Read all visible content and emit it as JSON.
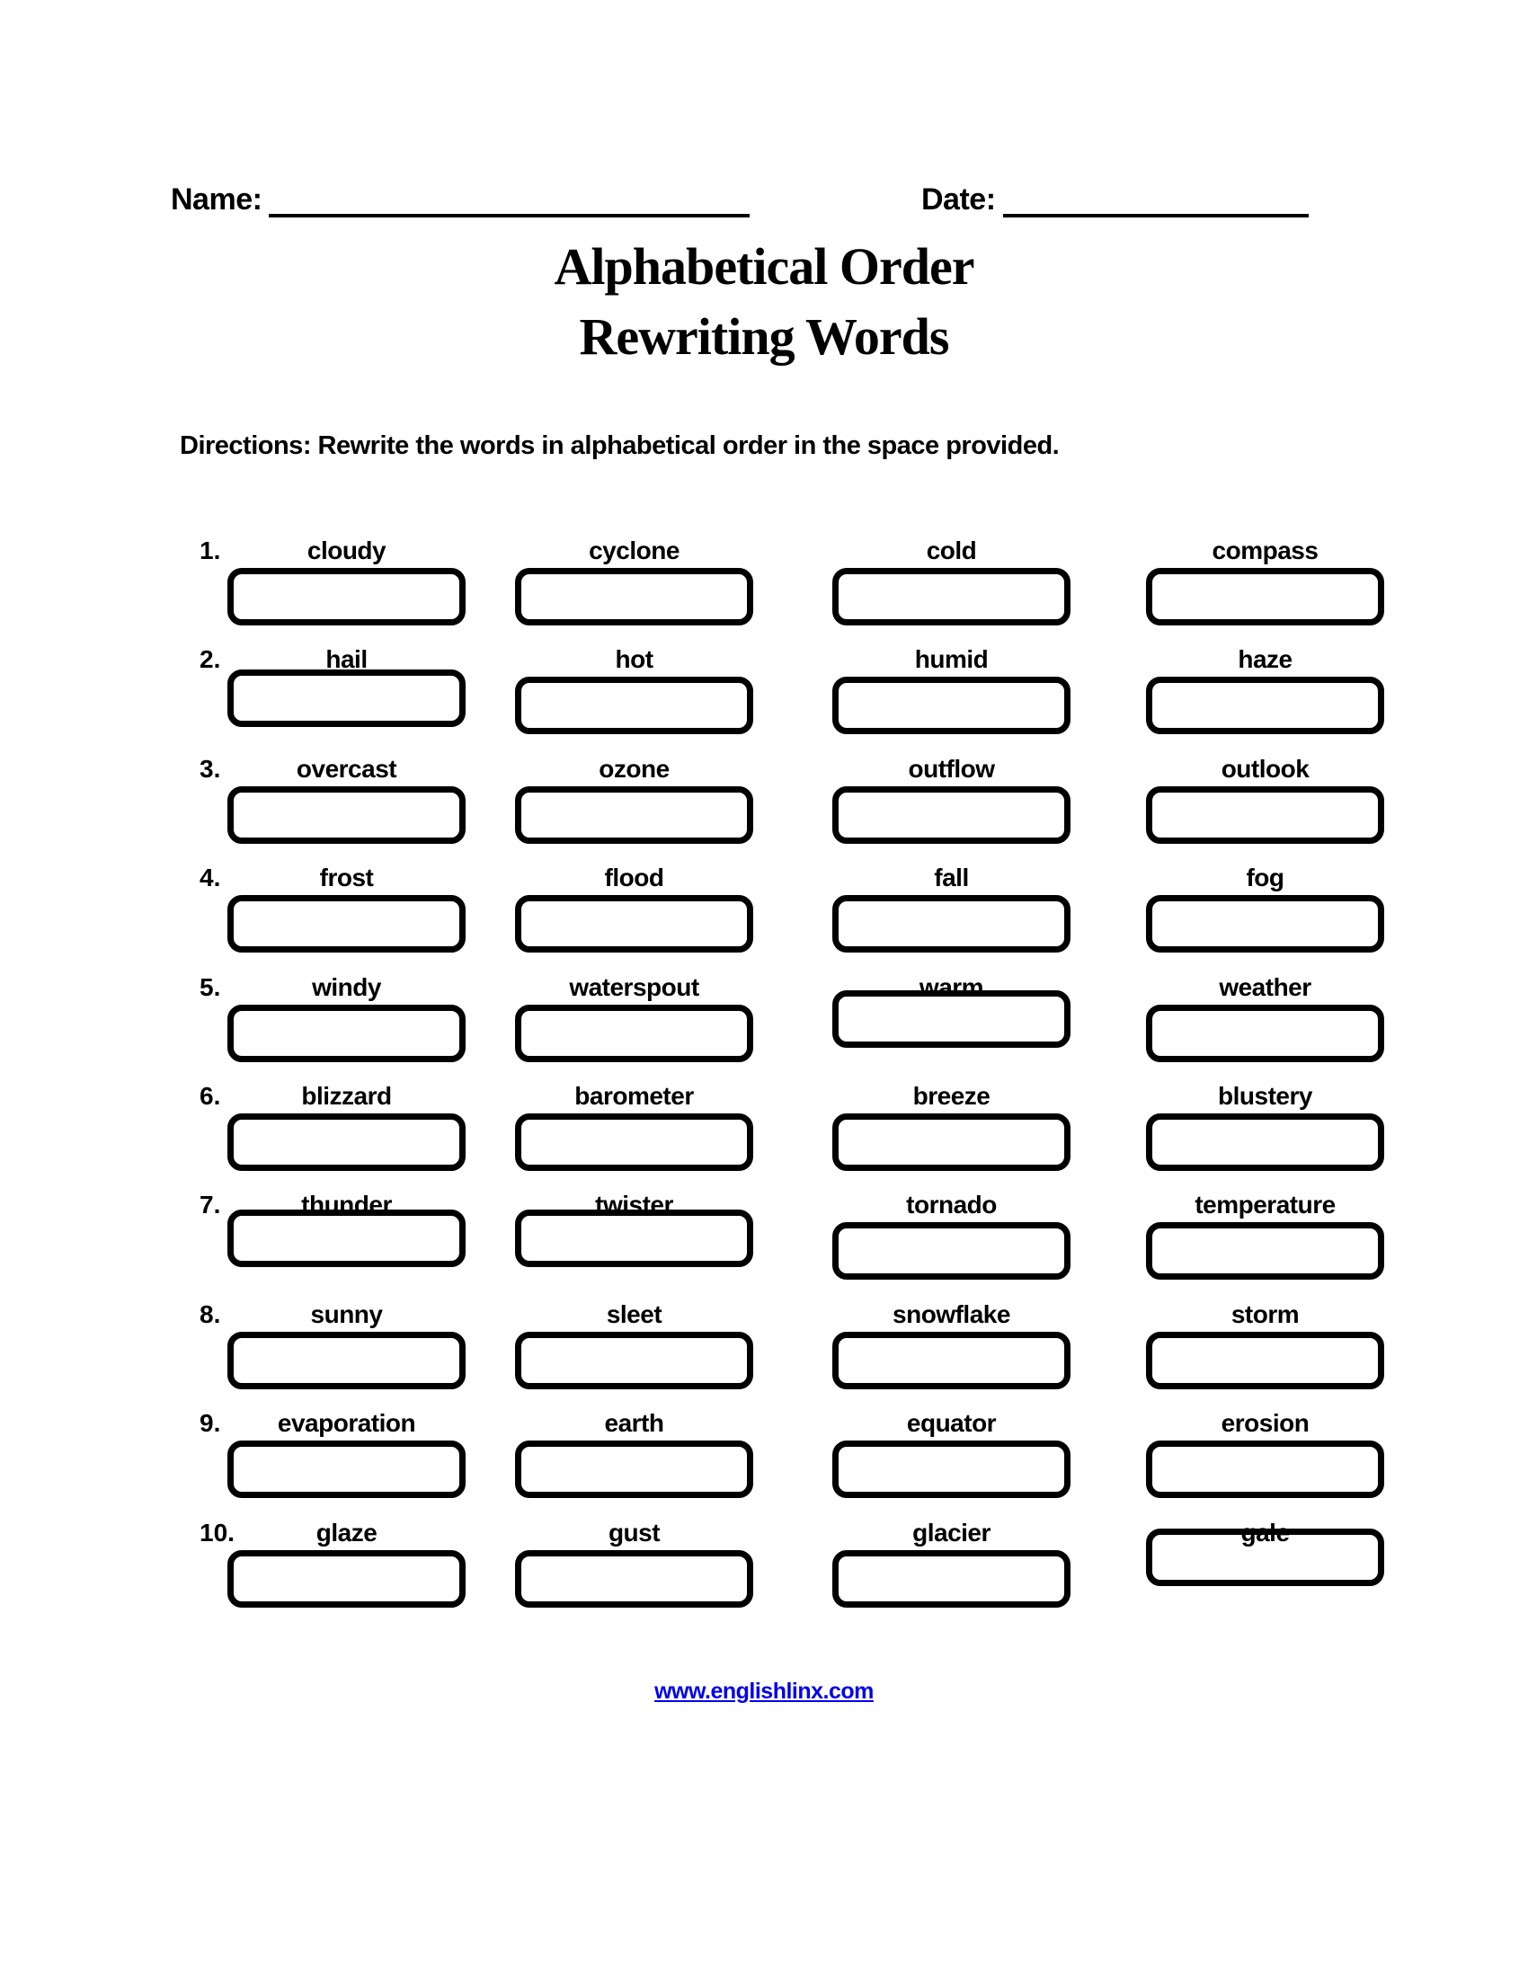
{
  "header": {
    "name_label": "Name:",
    "date_label": "Date:"
  },
  "title": {
    "line1": "Alphabetical Order",
    "line2": "Rewriting Words"
  },
  "directions": "Directions: Rewrite the words in alphabetical order in the space provided.",
  "worksheet": {
    "rows": [
      {
        "num": "1.",
        "words": [
          "cloudy",
          "cyclone",
          "cold",
          "compass"
        ]
      },
      {
        "num": "2.",
        "words": [
          "hail",
          "hot",
          "humid",
          "haze"
        ]
      },
      {
        "num": "3.",
        "words": [
          "overcast",
          "ozone",
          "outflow",
          "outlook"
        ]
      },
      {
        "num": "4.",
        "words": [
          "frost",
          "flood",
          "fall",
          "fog"
        ]
      },
      {
        "num": "5.",
        "words": [
          "windy",
          "waterspout",
          "warm",
          "weather"
        ]
      },
      {
        "num": "6.",
        "words": [
          "blizzard",
          "barometer",
          "breeze",
          "blustery"
        ]
      },
      {
        "num": "7.",
        "words": [
          "thunder",
          "twister",
          "tornado",
          "temperature"
        ]
      },
      {
        "num": "8.",
        "words": [
          "sunny",
          "sleet",
          "snowflake",
          "storm"
        ]
      },
      {
        "num": "9.",
        "words": [
          "evaporation",
          "earth",
          "equator",
          "erosion"
        ]
      },
      {
        "num": "10.",
        "words": [
          "glaze",
          "gust",
          "glacier",
          "gale"
        ]
      }
    ],
    "box_offsets": {
      "2-1": -8,
      "5-3": -16,
      "7-1": -14,
      "7-2": -14,
      "10-4": -24
    }
  },
  "footer": {
    "link_text": "www.englishlinx.com",
    "link_color": "#0000EE"
  },
  "colors": {
    "text": "#000000",
    "background": "#FFFFFF"
  }
}
